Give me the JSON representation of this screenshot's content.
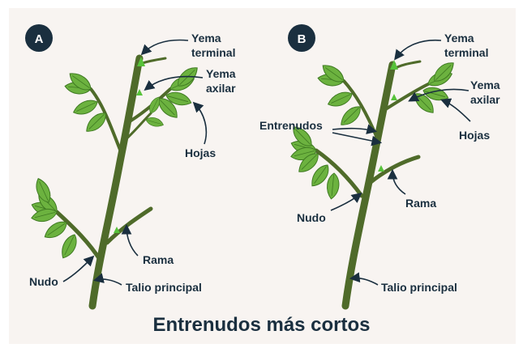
{
  "badges": {
    "a": "A",
    "b": "B"
  },
  "labels_a": {
    "terminal_bud": [
      "Yema",
      "terminal"
    ],
    "axillary_bud": [
      "Yema",
      "axilar"
    ],
    "leaves": "Hojas",
    "node": "Nudo",
    "branch": "Rama",
    "main_stem": "Talio principal"
  },
  "labels_b": {
    "terminal_bud": [
      "Yema",
      "terminal"
    ],
    "axillary_bud": [
      "Yema",
      "axilar"
    ],
    "internodes": "Entrenudos",
    "leaves": "Hojas",
    "node": "Nudo",
    "branch": "Rama",
    "main_stem": "Talio principal"
  },
  "caption": "Entrenudos más cortos",
  "colors": {
    "background": "#f8f4f1",
    "text": "#1a2f3f",
    "stem": "#4f6b2a",
    "leaf": "#6cb23f",
    "leaf_dark": "#4e8f2a",
    "bud": "#57c23a"
  }
}
